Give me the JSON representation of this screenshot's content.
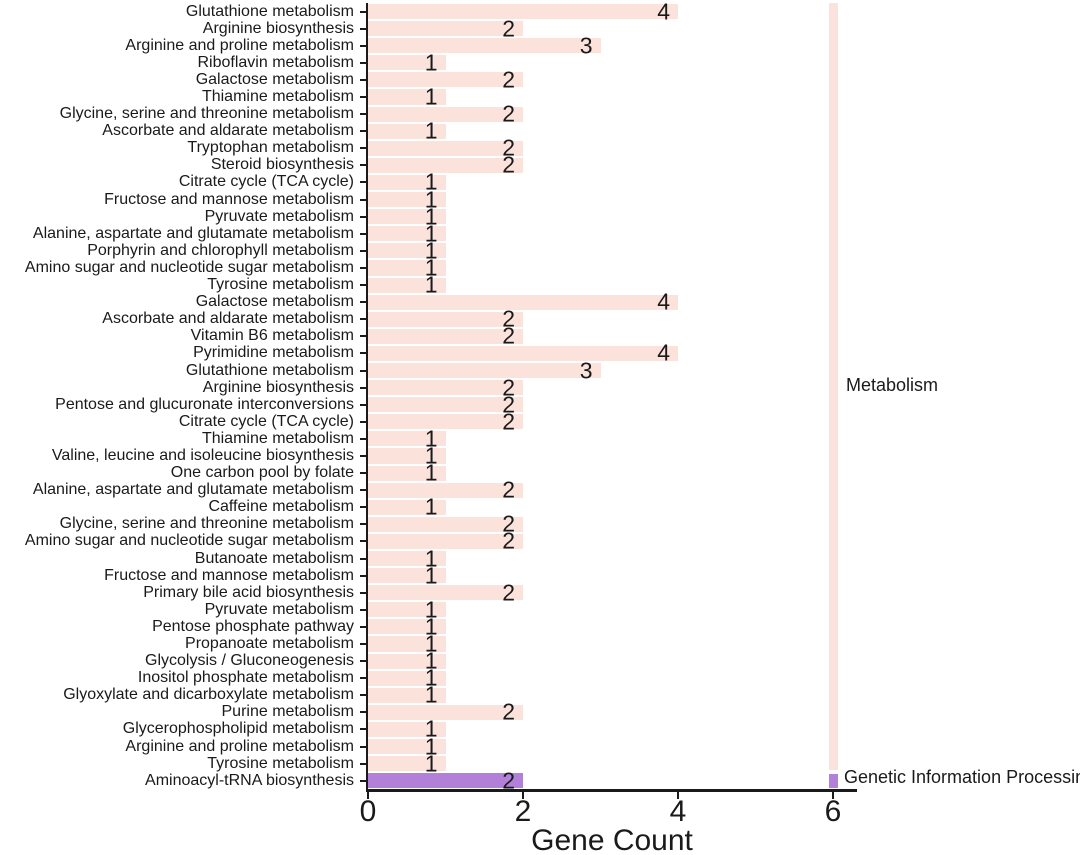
{
  "chart_data": {
    "type": "bar",
    "orientation": "horizontal",
    "title": "",
    "xlabel": "Gene Count",
    "ylabel": "",
    "xticks": [
      0,
      2,
      4,
      6
    ],
    "xlim": [
      0,
      6.3
    ],
    "grid": false,
    "legend_position": "right-strip",
    "groups": [
      {
        "name": "Metabolism",
        "color": "#fbe3dc"
      },
      {
        "name": "Genetic Information Processing",
        "color": "#b27fd9"
      }
    ],
    "category_strip": {
      "x_value": 6,
      "note": "thin vertical strip at x=6 colored by group"
    },
    "rows": [
      {
        "label": "Glutathione metabolism",
        "value": 4,
        "group": "Metabolism"
      },
      {
        "label": "Arginine biosynthesis",
        "value": 2,
        "group": "Metabolism"
      },
      {
        "label": "Arginine and proline metabolism",
        "value": 3,
        "group": "Metabolism"
      },
      {
        "label": "Riboflavin metabolism",
        "value": 1,
        "group": "Metabolism"
      },
      {
        "label": "Galactose metabolism",
        "value": 2,
        "group": "Metabolism"
      },
      {
        "label": "Thiamine metabolism",
        "value": 1,
        "group": "Metabolism"
      },
      {
        "label": "Glycine, serine and threonine metabolism",
        "value": 2,
        "group": "Metabolism"
      },
      {
        "label": "Ascorbate and aldarate metabolism",
        "value": 1,
        "group": "Metabolism"
      },
      {
        "label": "Tryptophan metabolism",
        "value": 2,
        "group": "Metabolism"
      },
      {
        "label": "Steroid biosynthesis",
        "value": 2,
        "group": "Metabolism"
      },
      {
        "label": "Citrate cycle (TCA cycle)",
        "value": 1,
        "group": "Metabolism"
      },
      {
        "label": "Fructose and mannose metabolism",
        "value": 1,
        "group": "Metabolism"
      },
      {
        "label": "Pyruvate metabolism",
        "value": 1,
        "group": "Metabolism"
      },
      {
        "label": "Alanine, aspartate and glutamate metabolism",
        "value": 1,
        "group": "Metabolism"
      },
      {
        "label": "Porphyrin and chlorophyll metabolism",
        "value": 1,
        "group": "Metabolism"
      },
      {
        "label": "Amino sugar and nucleotide sugar metabolism",
        "value": 1,
        "group": "Metabolism"
      },
      {
        "label": "Tyrosine metabolism",
        "value": 1,
        "group": "Metabolism"
      },
      {
        "label": "Galactose metabolism",
        "value": 4,
        "group": "Metabolism"
      },
      {
        "label": "Ascorbate and aldarate metabolism",
        "value": 2,
        "group": "Metabolism"
      },
      {
        "label": "Vitamin B6 metabolism",
        "value": 2,
        "group": "Metabolism"
      },
      {
        "label": "Pyrimidine metabolism",
        "value": 4,
        "group": "Metabolism"
      },
      {
        "label": "Glutathione metabolism",
        "value": 3,
        "group": "Metabolism"
      },
      {
        "label": "Arginine biosynthesis",
        "value": 2,
        "group": "Metabolism"
      },
      {
        "label": "Pentose and glucuronate interconversions",
        "value": 2,
        "group": "Metabolism"
      },
      {
        "label": "Citrate cycle (TCA cycle)",
        "value": 2,
        "group": "Metabolism"
      },
      {
        "label": "Thiamine metabolism",
        "value": 1,
        "group": "Metabolism"
      },
      {
        "label": "Valine, leucine and isoleucine biosynthesis",
        "value": 1,
        "group": "Metabolism"
      },
      {
        "label": "One carbon pool by folate",
        "value": 1,
        "group": "Metabolism"
      },
      {
        "label": "Alanine, aspartate and glutamate metabolism",
        "value": 2,
        "group": "Metabolism"
      },
      {
        "label": "Caffeine metabolism",
        "value": 1,
        "group": "Metabolism"
      },
      {
        "label": "Glycine, serine and threonine metabolism",
        "value": 2,
        "group": "Metabolism"
      },
      {
        "label": "Amino sugar and nucleotide sugar metabolism",
        "value": 2,
        "group": "Metabolism"
      },
      {
        "label": "Butanoate metabolism",
        "value": 1,
        "group": "Metabolism"
      },
      {
        "label": "Fructose and mannose metabolism",
        "value": 1,
        "group": "Metabolism"
      },
      {
        "label": "Primary bile acid biosynthesis",
        "value": 2,
        "group": "Metabolism"
      },
      {
        "label": "Pyruvate metabolism",
        "value": 1,
        "group": "Metabolism"
      },
      {
        "label": "Pentose phosphate pathway",
        "value": 1,
        "group": "Metabolism"
      },
      {
        "label": "Propanoate metabolism",
        "value": 1,
        "group": "Metabolism"
      },
      {
        "label": "Glycolysis / Gluconeogenesis",
        "value": 1,
        "group": "Metabolism"
      },
      {
        "label": "Inositol phosphate metabolism",
        "value": 1,
        "group": "Metabolism"
      },
      {
        "label": "Glyoxylate and dicarboxylate metabolism",
        "value": 1,
        "group": "Metabolism"
      },
      {
        "label": "Purine metabolism",
        "value": 2,
        "group": "Metabolism"
      },
      {
        "label": "Glycerophospholipid metabolism",
        "value": 1,
        "group": "Metabolism"
      },
      {
        "label": "Arginine and proline metabolism",
        "value": 1,
        "group": "Metabolism"
      },
      {
        "label": "Tyrosine metabolism",
        "value": 1,
        "group": "Metabolism"
      },
      {
        "label": "Aminoacyl-tRNA biosynthesis",
        "value": 2,
        "group": "Genetic Information Processing"
      }
    ]
  },
  "colors": {
    "axis": "#1a1a1a",
    "text": "#1a1a1a",
    "background": "#ffffff",
    "metabolism_bar": "#fbe3dc",
    "genetic_information_processing_bar": "#b27fd9"
  }
}
